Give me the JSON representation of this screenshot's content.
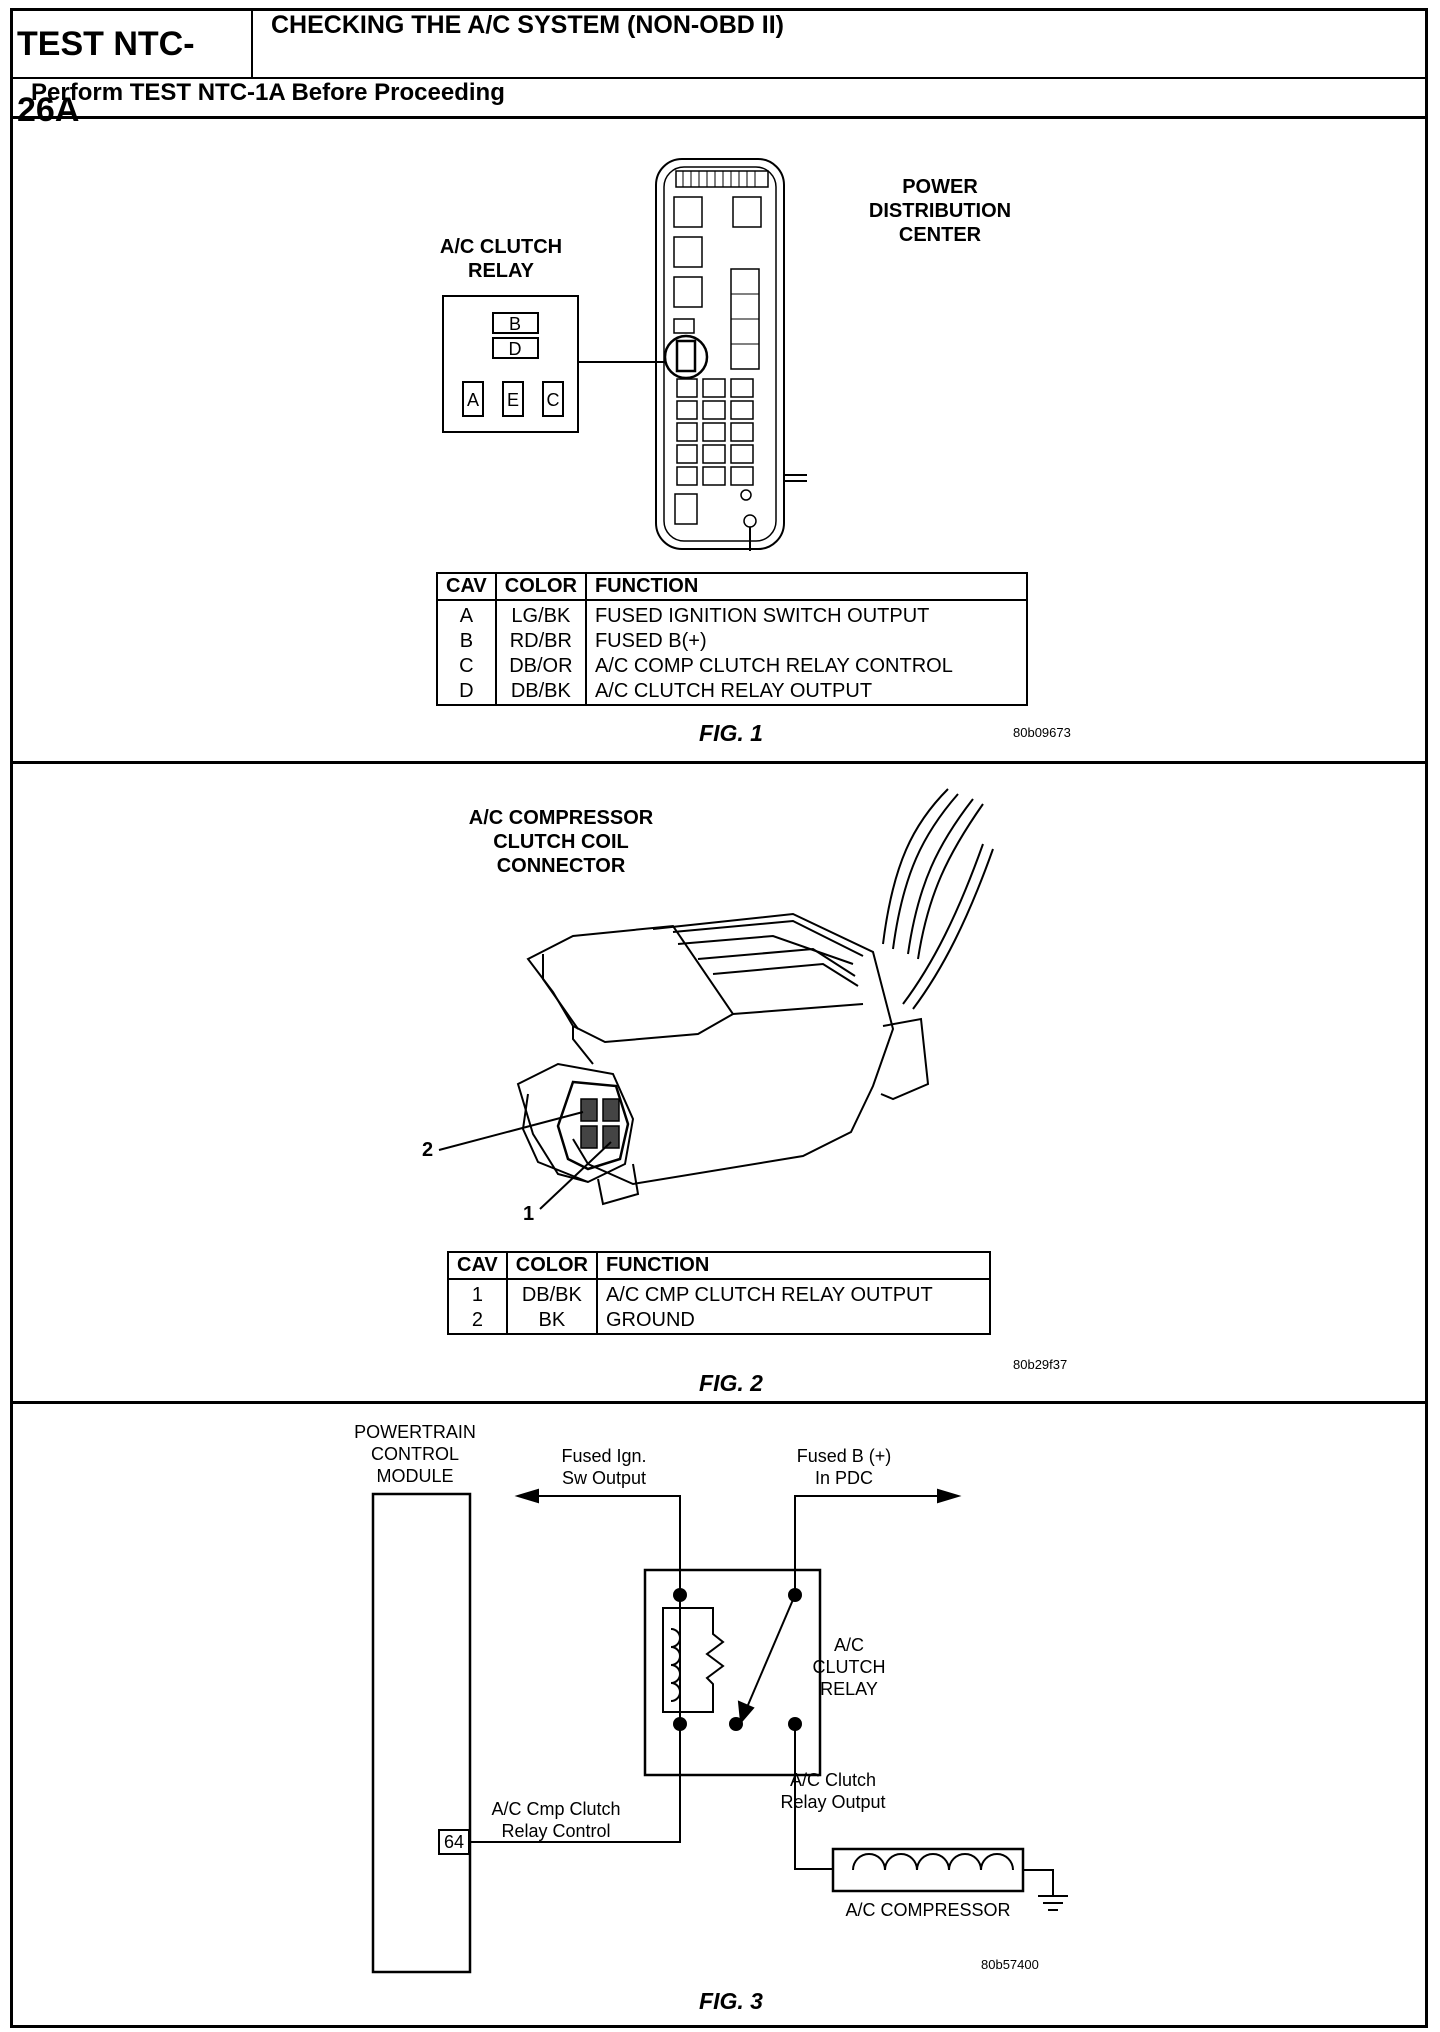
{
  "header": {
    "test_id": "TEST NTC-26A",
    "title": "CHECKING THE A/C SYSTEM (NON-OBD II)",
    "subtitle": "Perform TEST NTC-1A Before Proceeding"
  },
  "fig1": {
    "relay_label_1": "A/C CLUTCH",
    "relay_label_2": "RELAY",
    "pins_top": [
      "B",
      "D"
    ],
    "pins_bottom": [
      "A",
      "E",
      "C"
    ],
    "pdc_label_1": "POWER",
    "pdc_label_2": "DISTRIBUTION",
    "pdc_label_3": "CENTER",
    "table": {
      "headers": [
        "CAV",
        "COLOR",
        "FUNCTION"
      ],
      "rows": [
        [
          "A",
          "LG/BK",
          "FUSED IGNITION SWITCH OUTPUT"
        ],
        [
          "B",
          "RD/BR",
          "FUSED B(+)"
        ],
        [
          "C",
          "DB/OR",
          "A/C COMP CLUTCH RELAY CONTROL"
        ],
        [
          "D",
          "DB/BK",
          "A/C CLUTCH RELAY OUTPUT"
        ]
      ]
    },
    "caption": "FIG. 1",
    "code": "80b09673"
  },
  "fig2": {
    "label_1": "A/C COMPRESSOR",
    "label_2": "CLUTCH COIL",
    "label_3": "CONNECTOR",
    "callout_1": "1",
    "callout_2": "2",
    "table": {
      "headers": [
        "CAV",
        "COLOR",
        "FUNCTION"
      ],
      "rows": [
        [
          "1",
          "DB/BK",
          "A/C CMP CLUTCH RELAY OUTPUT"
        ],
        [
          "2",
          "BK",
          "GROUND"
        ]
      ]
    },
    "caption": "FIG. 2",
    "code": "80b29f37"
  },
  "fig3": {
    "pcm_1": "POWERTRAIN",
    "pcm_2": "CONTROL",
    "pcm_3": "MODULE",
    "fused_ign_1": "Fused Ign.",
    "fused_ign_2": "Sw Output",
    "fused_b_1": "Fused B (+)",
    "fused_b_2": "In PDC",
    "relay_1": "A/C",
    "relay_2": "CLUTCH",
    "relay_3": "RELAY",
    "output_1": "A/C Clutch",
    "output_2": "Relay Output",
    "control_1": "A/C Cmp Clutch",
    "control_2": "Relay Control",
    "pin": "64",
    "compressor": "A/C COMPRESSOR",
    "caption": "FIG. 3",
    "code": "80b57400"
  }
}
